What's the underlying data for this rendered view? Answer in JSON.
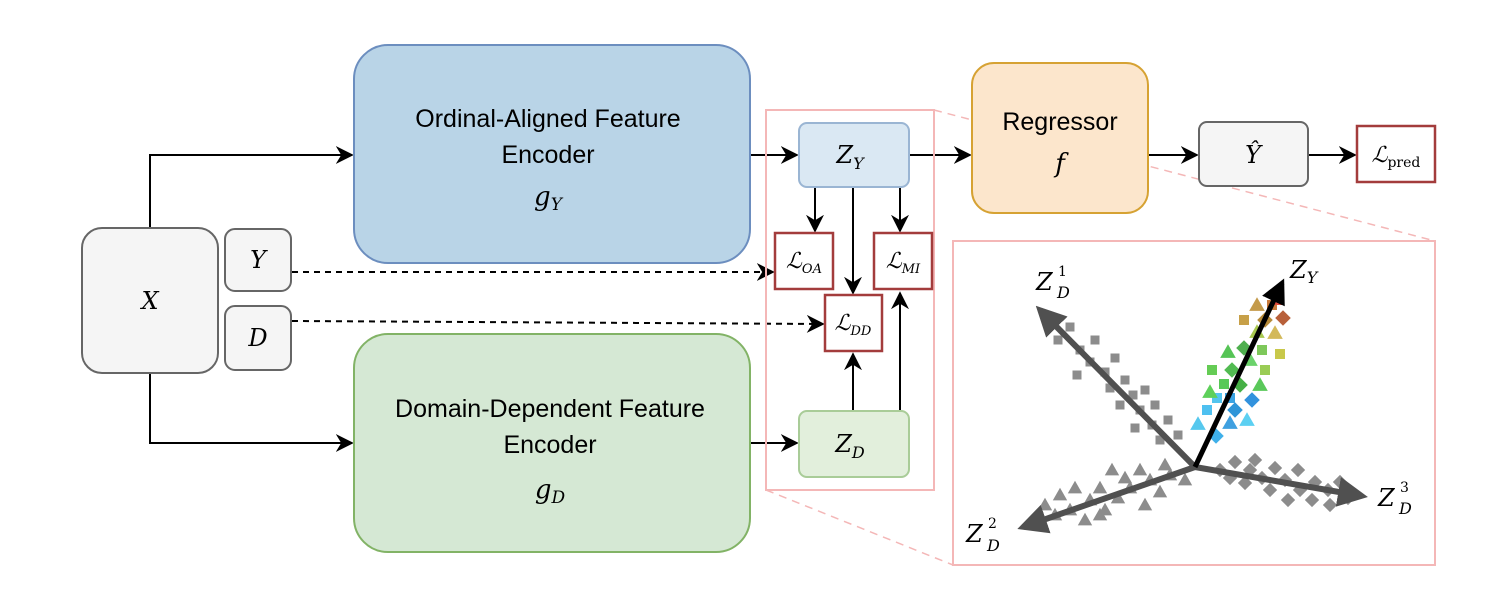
{
  "inputs": {
    "x": "X",
    "y": "Y",
    "d": "D"
  },
  "encoders": {
    "ordinal": {
      "line1": "Ordinal-Aligned Feature",
      "line2": "Encoder",
      "symbol": "g",
      "subscript": "Y"
    },
    "domain": {
      "line1": "Domain-Dependent Feature",
      "line2": "Encoder",
      "symbol": "g",
      "subscript": "D"
    }
  },
  "latents": {
    "zy": {
      "symbol": "Z",
      "subscript": "Y"
    },
    "zd": {
      "symbol": "Z",
      "subscript": "D"
    }
  },
  "losses": {
    "oa": {
      "symbol": "ℒ",
      "subscript": "OA"
    },
    "mi": {
      "symbol": "ℒ",
      "subscript": "MI"
    },
    "dd": {
      "symbol": "ℒ",
      "subscript": "DD"
    },
    "pred": {
      "symbol": "ℒ",
      "subscript": "pred"
    }
  },
  "regressor": {
    "title": "Regressor",
    "symbol": "f"
  },
  "output": {
    "symbol": "Ŷ"
  },
  "latent_space": {
    "axes": {
      "zy": {
        "symbol": "Z",
        "subscript": "Y"
      },
      "zd1": {
        "symbol": "Z",
        "subscript": "D",
        "superscript": "1"
      },
      "zd2": {
        "symbol": "Z",
        "subscript": "D",
        "superscript": "2"
      },
      "zd3": {
        "symbol": "Z",
        "subscript": "D",
        "superscript": "3"
      }
    }
  },
  "colors": {
    "blue_box": "#b9d4e7",
    "blue_border": "#6c8ebf",
    "green_box": "#d5e8d4",
    "green_border": "#82b366",
    "orange_box": "#fce6cc",
    "orange_border": "#d6a233",
    "loss_border": "#a33c3c",
    "highlight": "#f4b7b7",
    "axis": "#505050",
    "gray_marker": "#8c8c8c"
  }
}
